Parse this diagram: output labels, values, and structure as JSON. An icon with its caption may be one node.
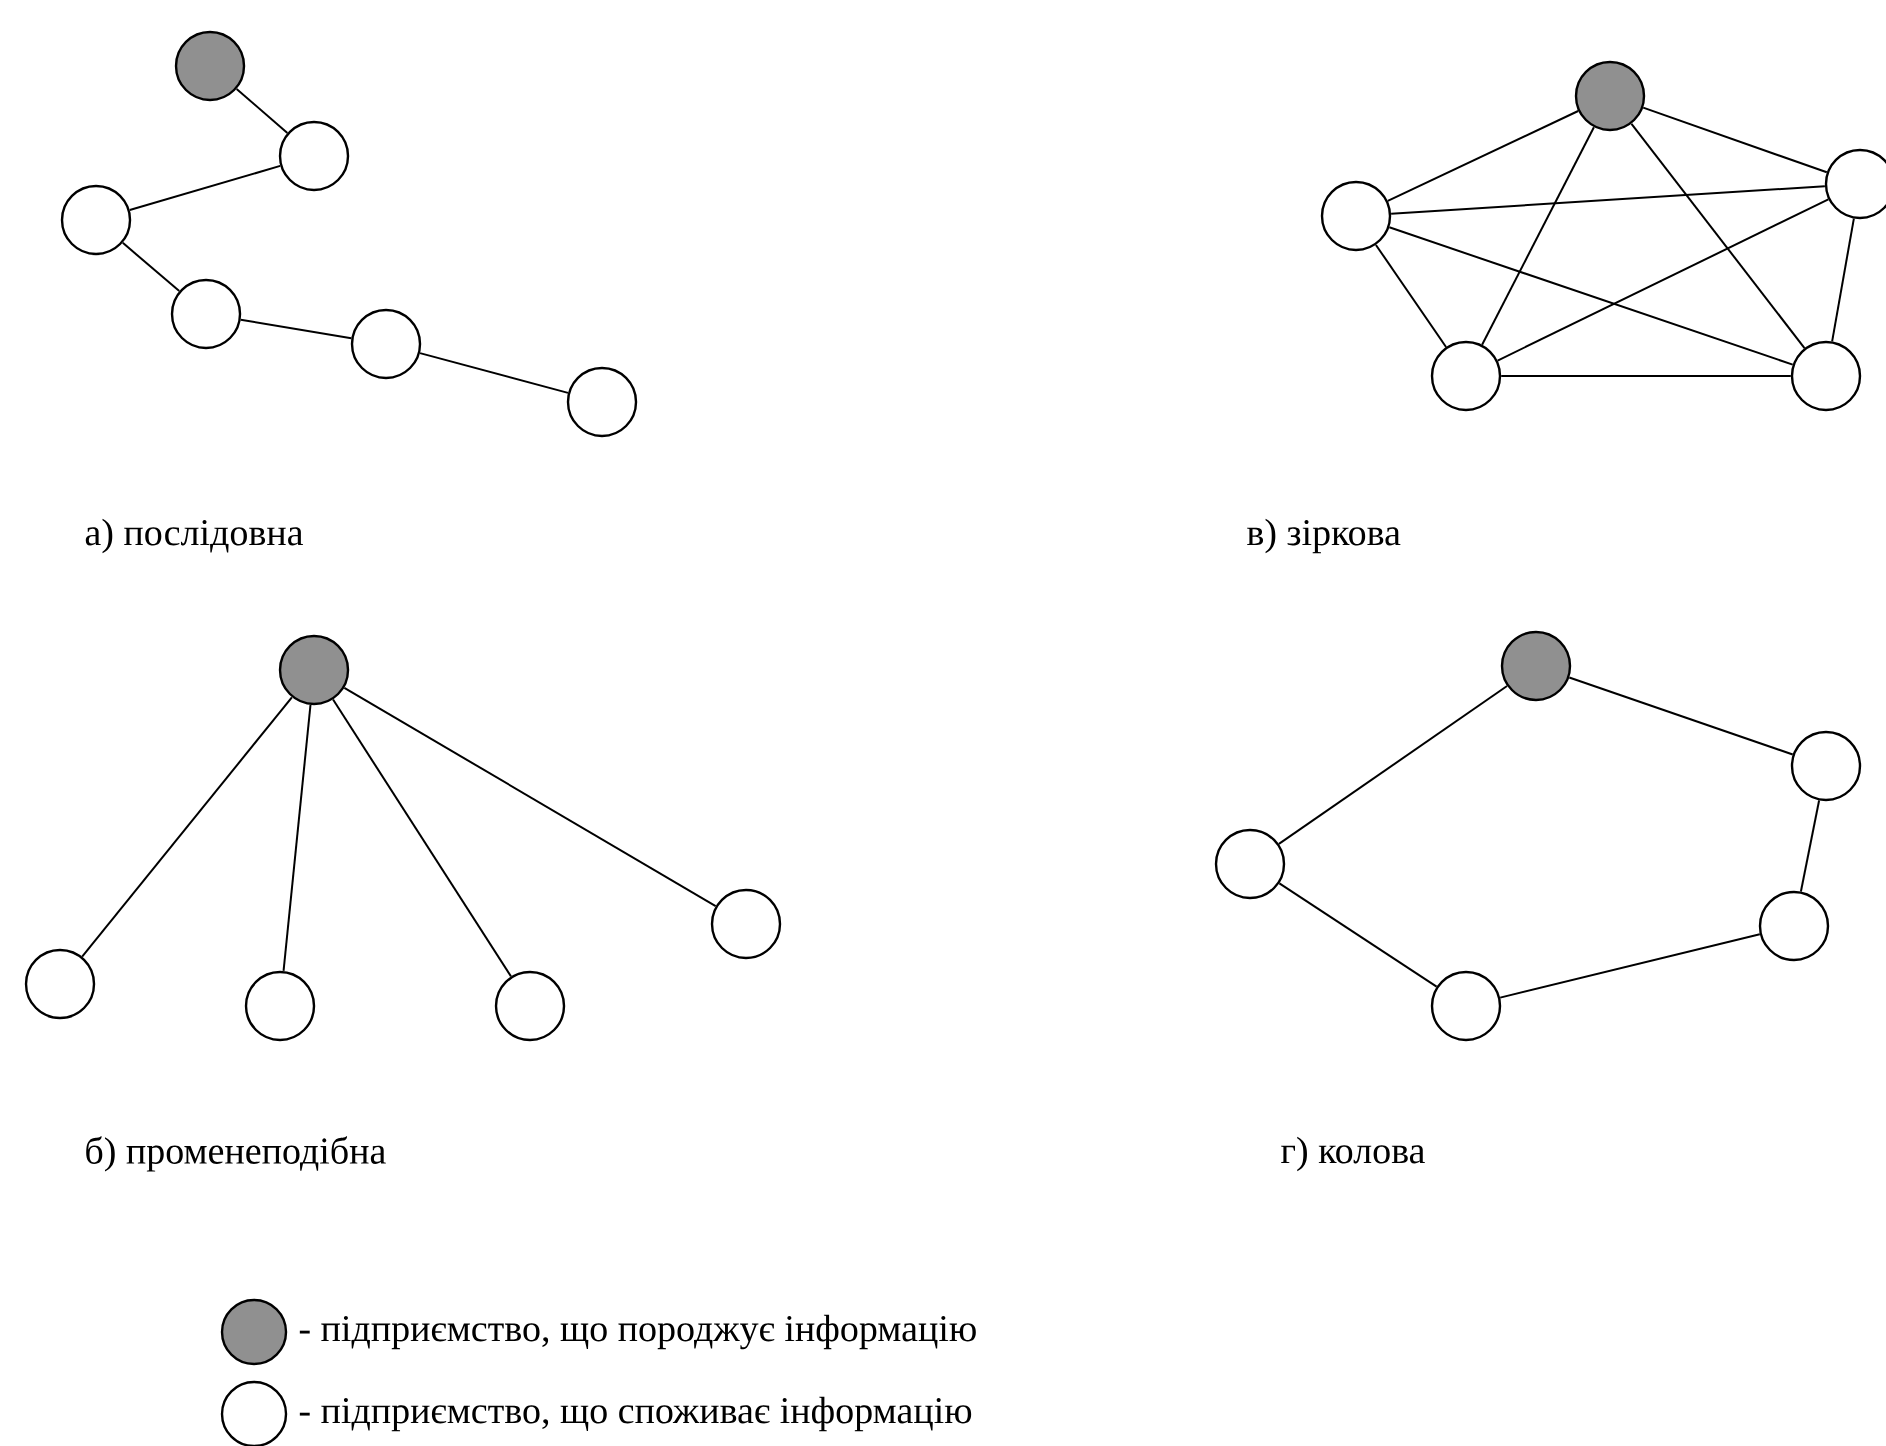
{
  "diagram": {
    "nodes": [
      {
        "text": [],
        "shape": "circle"
      },
      {
        "text": [],
        "shape": "circle"
      },
      {
        "text": [],
        "shape": "circle"
      },
      {
        "text": [],
        "shape": "circle"
      },
      {
        "text": [],
        "shape": "circle"
      },
      {
        "text": [],
        "shape": "circle"
      },
      {
        "text": [],
        "shape": "circle"
      },
      {
        "text": [],
        "shape": "circle"
      },
      {
        "text": [],
        "shape": "circle"
      },
      {
        "text": [],
        "shape": "circle"
      },
      {
        "text": [],
        "shape": "circle"
      },
      {
        "text": [],
        "shape": "circle"
      },
      {
        "text": [],
        "shape": "circle"
      },
      {
        "text": [],
        "shape": "circle"
      },
      {
        "text": [],
        "shape": "circle"
      },
      {
        "text": [],
        "shape": "circle"
      },
      {
        "text": [],
        "shape": "circle"
      },
      {
        "text": [],
        "shape": "circle"
      },
      {
        "text": [],
        "shape": "circle"
      },
      {
        "text": [],
        "shape": "circle"
      },
      {
        "text": [],
        "shape": "circle"
      }
    ],
    "edges": [
      {
        "from": 0,
        "to": 1,
        "arrow": "none"
      },
      {
        "from": 1,
        "to": 2,
        "arrow": "none"
      },
      {
        "from": 2,
        "to": 3,
        "arrow": "none"
      },
      {
        "from": 3,
        "to": 4,
        "arrow": "none"
      },
      {
        "from": 4,
        "to": 5,
        "arrow": "none"
      },
      {
        "from": 6,
        "to": 8,
        "arrow": "none"
      },
      {
        "from": 6,
        "to": 7,
        "arrow": "none"
      },
      {
        "from": 6,
        "to": 9,
        "arrow": "none"
      },
      {
        "from": 6,
        "to": 10,
        "arrow": "none"
      },
      {
        "from": 8,
        "to": 7,
        "arrow": "none"
      },
      {
        "from": 8,
        "to": 10,
        "arrow": "none"
      },
      {
        "from": 8,
        "to": 9,
        "arrow": "none"
      },
      {
        "from": 7,
        "to": 9,
        "arrow": "none"
      },
      {
        "from": 7,
        "to": 10,
        "arrow": "none"
      },
      {
        "from": 9,
        "to": 10,
        "arrow": "none"
      },
      {
        "from": 11,
        "to": 12,
        "arrow": "none"
      },
      {
        "from": 11,
        "to": 13,
        "arrow": "none"
      },
      {
        "from": 11,
        "to": 14,
        "arrow": "none"
      },
      {
        "from": 11,
        "to": 15,
        "arrow": "none"
      },
      {
        "from": 16,
        "to": 17,
        "arrow": "none"
      },
      {
        "from": 17,
        "to": 19,
        "arrow": "none"
      },
      {
        "from": 19,
        "to": 20,
        "arrow": "none"
      },
      {
        "from": 20,
        "to": 18,
        "arrow": "none"
      },
      {
        "from": 18,
        "to": 16,
        "arrow": "none"
      }
    ],
    "labels": [
      "а) послідовна",
      "в) зіркова",
      "б) променеподібна",
      "г) колова"
    ],
    "legend": [
      {
        "text": "- підприємство, що породжує інформацію",
        "color": "#909090"
      },
      {
        "text": "- підприємство, що споживає інформацію"
      }
    ]
  }
}
